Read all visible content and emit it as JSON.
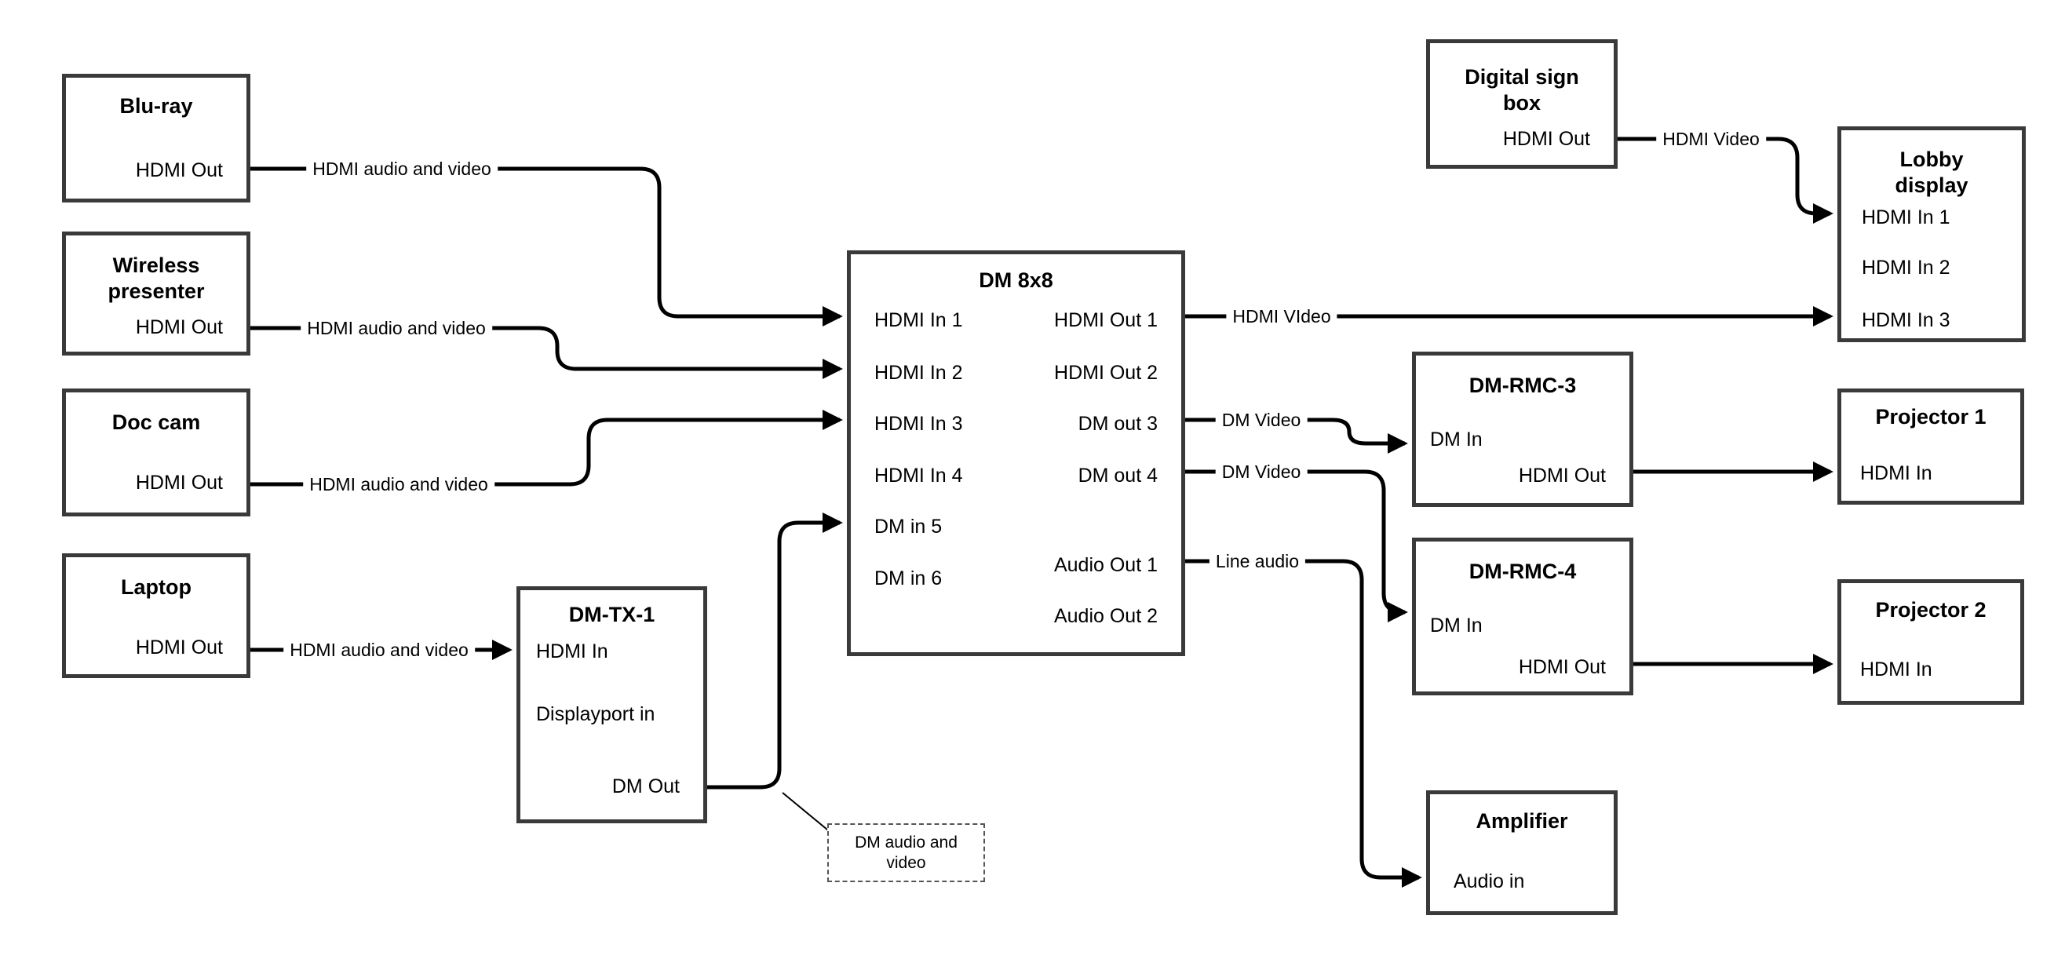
{
  "diagram": {
    "boxes": {
      "bluray": {
        "title": "Blu-ray",
        "port_hdmi_out": "HDMI Out"
      },
      "wireless": {
        "title": "Wireless presenter",
        "port_hdmi_out": "HDMI Out"
      },
      "doccam": {
        "title": "Doc cam",
        "port_hdmi_out": "HDMI Out"
      },
      "laptop": {
        "title": "Laptop",
        "port_hdmi_out": "HDMI Out"
      },
      "dmtx1": {
        "title": "DM-TX-1",
        "port_hdmi_in": "HDMI In",
        "port_dp_in": "Displayport in",
        "port_dm_out": "DM Out"
      },
      "dm8x8": {
        "title": "DM 8x8",
        "ports_left": [
          "HDMI In 1",
          "HDMI In 2",
          "HDMI In 3",
          "HDMI In 4",
          "DM in 5",
          "DM in 6"
        ],
        "ports_right": [
          "HDMI Out 1",
          "HDMI Out 2",
          "DM out 3",
          "DM out 4",
          "Audio Out 1",
          "Audio Out 2"
        ]
      },
      "digital_sign": {
        "title": "Digital sign box",
        "port_hdmi_out": "HDMI Out"
      },
      "lobby": {
        "title": "Lobby display",
        "ports": [
          "HDMI In 1",
          "HDMI In 2",
          "HDMI In 3"
        ]
      },
      "dmrmc3": {
        "title": "DM-RMC-3",
        "port_dm_in": "DM In",
        "port_hdmi_out": "HDMI Out"
      },
      "projector1": {
        "title": "Projector 1",
        "port_hdmi_in": "HDMI In"
      },
      "dmrmc4": {
        "title": "DM-RMC-4",
        "port_dm_in": "DM In",
        "port_hdmi_out": "HDMI Out"
      },
      "projector2": {
        "title": "Projector 2",
        "port_hdmi_in": "HDMI In"
      },
      "amplifier": {
        "title": "Amplifier",
        "port_audio_in": "Audio in"
      }
    },
    "wire_labels": {
      "bluray_to_dm8x8": "HDMI audio and video",
      "wireless_to_dm8x8": "HDMI audio and video",
      "doccam_to_dm8x8": "HDMI audio and video",
      "laptop_to_dmtx1": "HDMI audio and video",
      "hdmi_out1_to_lobby": "HDMI VIdeo",
      "dm_out3_to_rmc3": "DM Video",
      "dm_out4_to_rmc4": "DM Video",
      "audio_out1_to_amp": "Line audio",
      "sign_to_lobby": "HDMI Video"
    },
    "callout": {
      "text": "DM audio and video"
    }
  }
}
